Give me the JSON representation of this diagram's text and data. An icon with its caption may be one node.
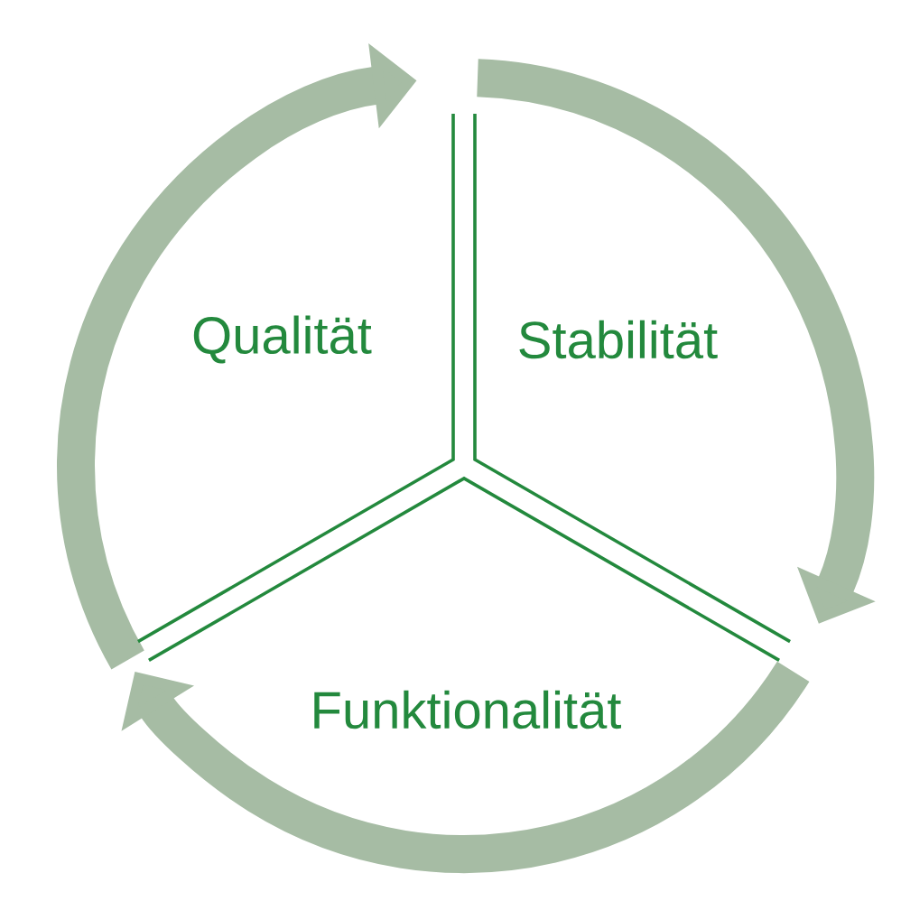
{
  "diagram": {
    "labels": [
      "Qualität",
      "Stabilität",
      "Funktionalität"
    ]
  }
}
